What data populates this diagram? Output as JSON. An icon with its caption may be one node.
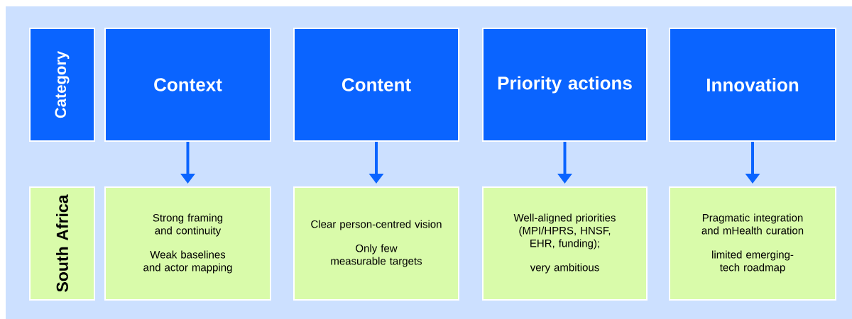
{
  "diagram": {
    "nodes": [
      {
        "text": [
          "Category"
        ]
      },
      {
        "text": [
          "Context"
        ]
      },
      {
        "text": [
          "Content"
        ]
      },
      {
        "text": [
          "Priority actions"
        ]
      },
      {
        "text": [
          "Innovation"
        ]
      },
      {
        "text": [
          "South Africa"
        ]
      },
      {
        "text": [
          "Strong framing and continuity",
          "Weak baselines and actor mapping"
        ]
      },
      {
        "text": [
          "Clear person-centred vision",
          "Only few measurable targets"
        ]
      },
      {
        "text": [
          "Well-aligned priorities (MPI/HPRS, HNSF, EHR, funding);",
          "very ambitious"
        ]
      },
      {
        "text": [
          "Pragmatic integration and mHealth curation",
          "limited emerging-tech roadmap"
        ]
      }
    ],
    "edges": [
      {
        "from": 1,
        "to": 6,
        "arrow": "to"
      },
      {
        "from": 2,
        "to": 7,
        "arrow": "to"
      },
      {
        "from": 3,
        "to": 8,
        "arrow": "to"
      },
      {
        "from": 4,
        "to": 9,
        "arrow": "to"
      }
    ]
  }
}
